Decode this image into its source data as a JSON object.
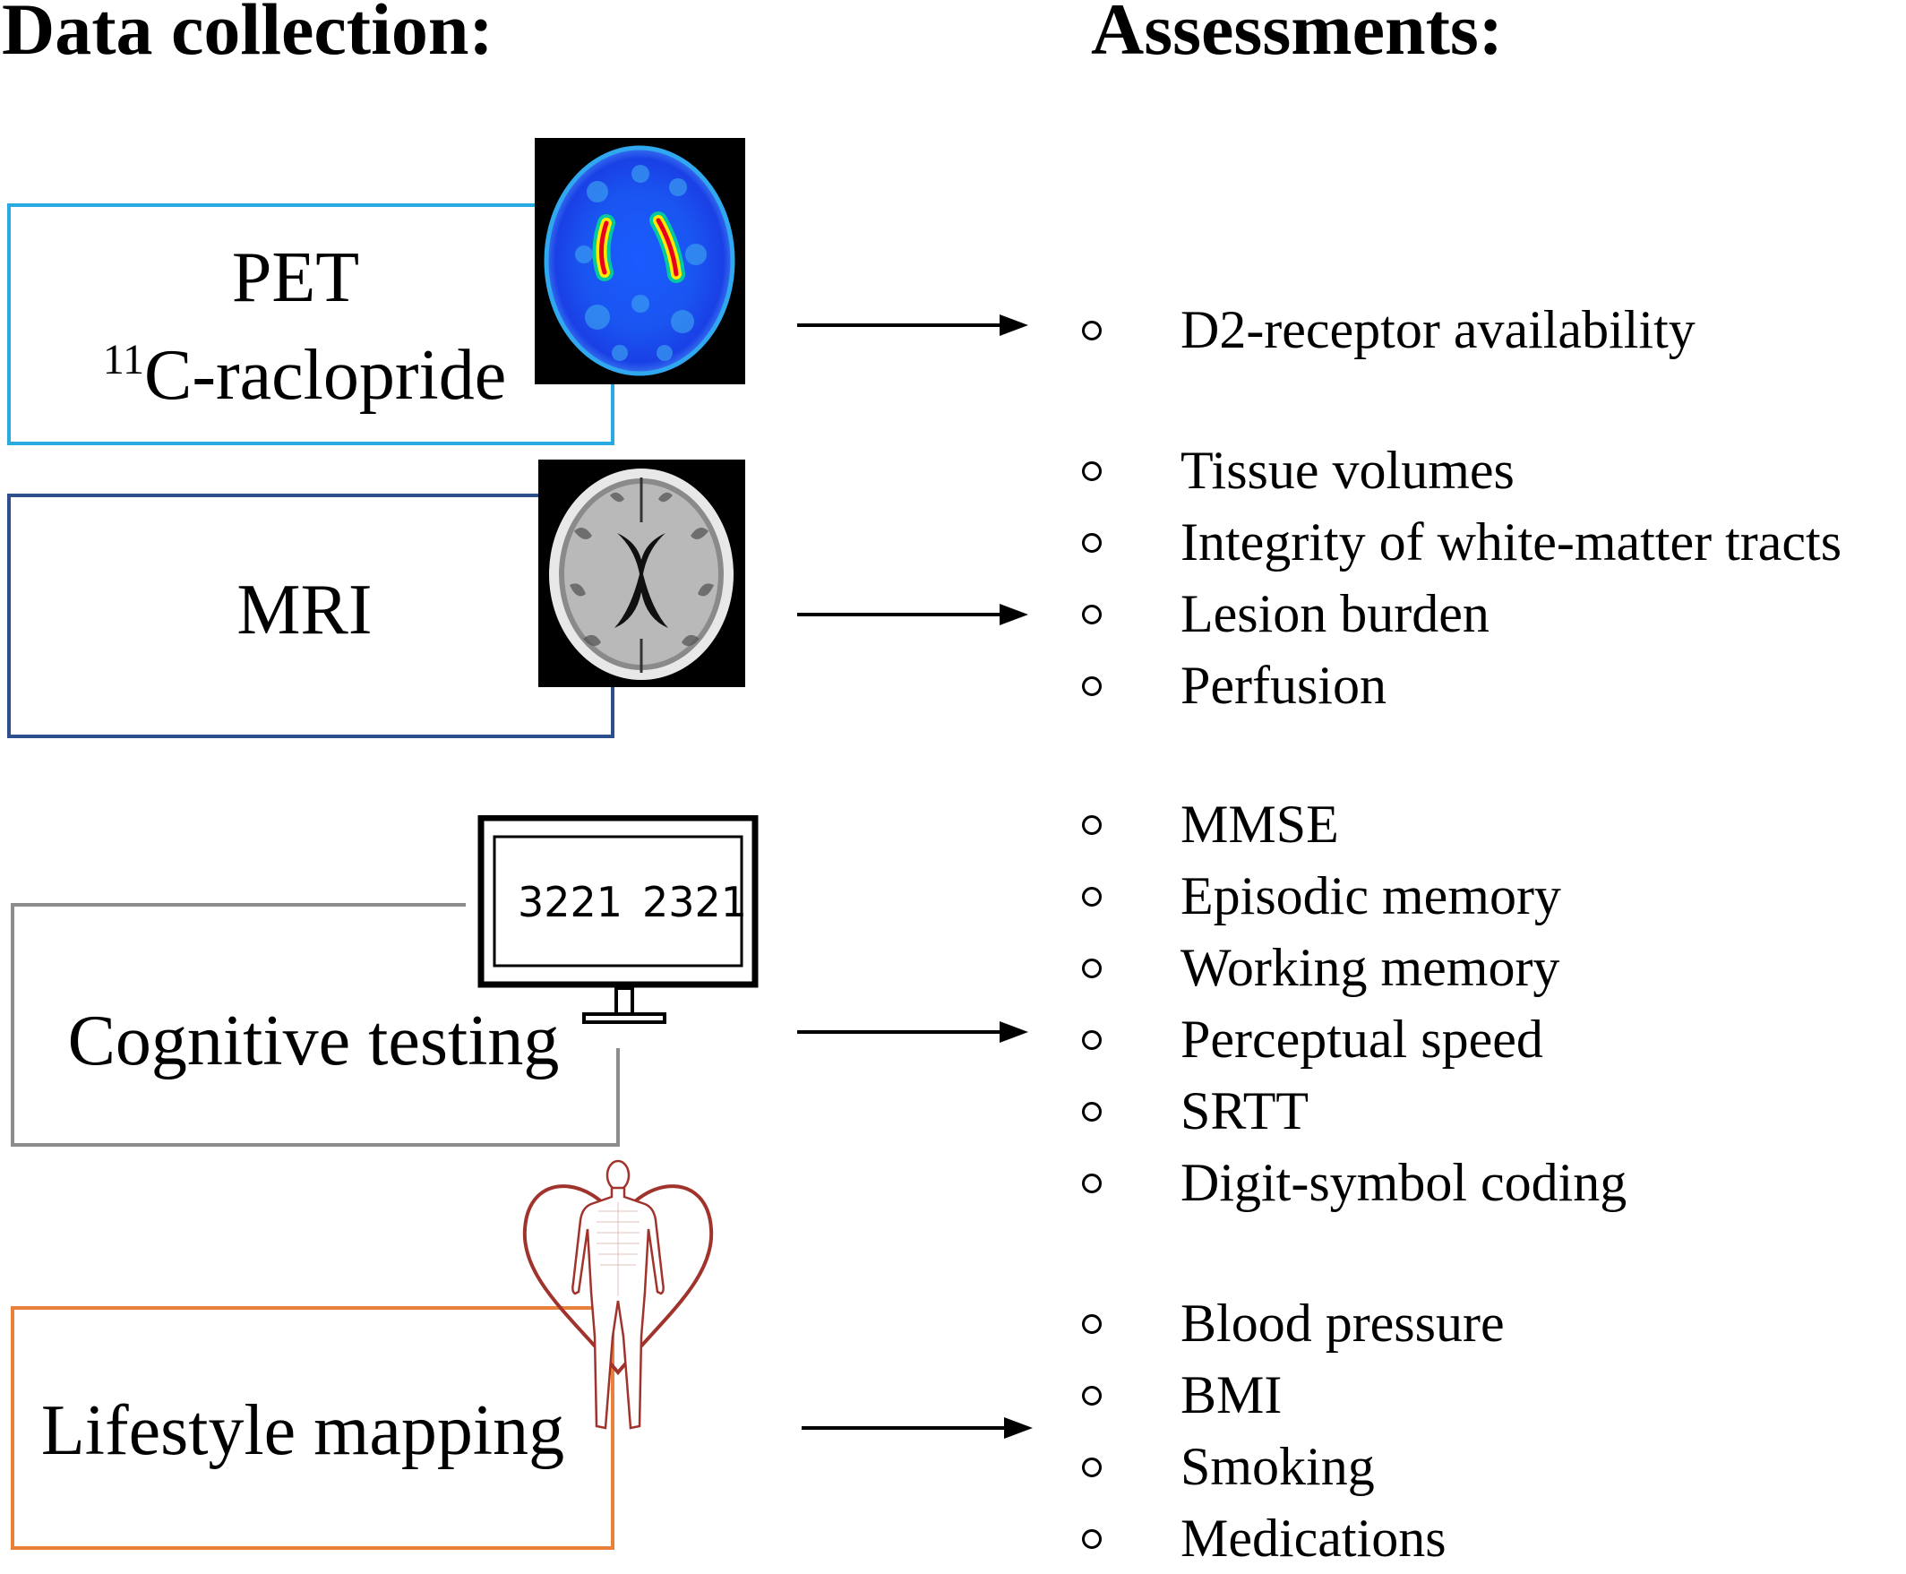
{
  "headings": {
    "left": "Data collection:",
    "right": "Assessments:"
  },
  "colors": {
    "pet": "#29abe2",
    "mri": "#2e4f8e",
    "cognitive": "#8c8c8c",
    "lifestyle": "#e8823a",
    "heart": "#a0332c"
  },
  "rows": [
    {
      "id": "pet",
      "label_line1": "PET",
      "label_sup": "11",
      "label_line2": "C-raclopride",
      "image": "pet-brain-scan",
      "assessments": [
        "D2-receptor availability"
      ]
    },
    {
      "id": "mri",
      "label": "MRI",
      "image": "mri-brain-scan",
      "assessments": [
        "Tissue volumes",
        "Integrity of white-matter tracts",
        "Lesion burden",
        "Perfusion"
      ]
    },
    {
      "id": "cognitive",
      "label": "Cognitive testing",
      "image": "computer-monitor",
      "monitor_left": "3221",
      "monitor_right": "2321",
      "assessments": [
        "MMSE",
        "Episodic memory",
        "Working memory",
        "Perceptual speed",
        "SRTT",
        "Digit-symbol coding"
      ]
    },
    {
      "id": "lifestyle",
      "label": "Lifestyle mapping",
      "image": "human-body-with-heart",
      "assessments": [
        "Blood pressure",
        "BMI",
        "Smoking",
        "Medications"
      ]
    }
  ]
}
